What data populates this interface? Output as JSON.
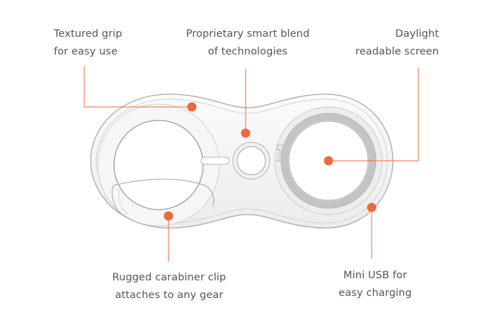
{
  "colors": {
    "accent": "#ee6a3c",
    "outline": "#a9a9a9",
    "body_fill": "#f3f3f3",
    "screen_ring": "#c4c4c4",
    "text": "#555555",
    "brand_text": "#b8b8b8"
  },
  "device": {
    "brand": "Lynq"
  },
  "callouts": {
    "textured_grip": {
      "line1": "Textured grip",
      "line2": "for easy use"
    },
    "smart_blend": {
      "line1": "Proprietary smart blend",
      "line2": "of technologies"
    },
    "daylight_screen": {
      "line1": "Daylight",
      "line2": "readable screen"
    },
    "carabiner_clip": {
      "line1": "Rugged carabiner clip",
      "line2": "attaches to any gear"
    },
    "mini_usb": {
      "line1": "Mini USB for",
      "line2": "easy charging"
    }
  }
}
